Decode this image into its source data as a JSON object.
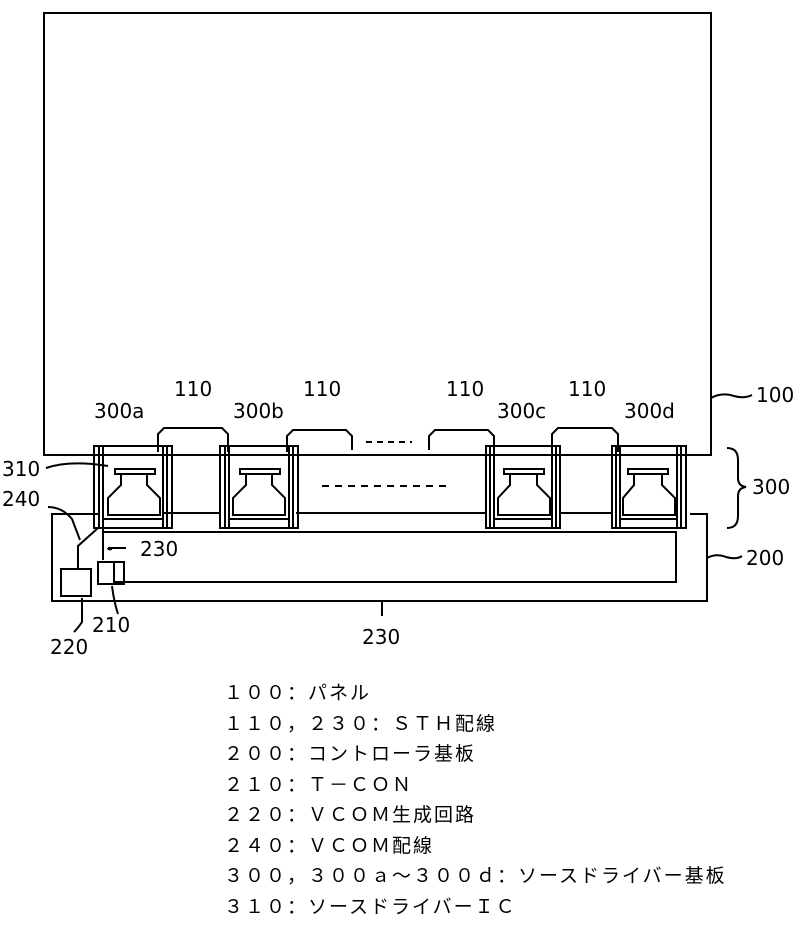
{
  "labels": {
    "panel": "100",
    "sth_110": "110",
    "board_300a": "300a",
    "board_300b": "300b",
    "board_300c": "300c",
    "board_300d": "300d",
    "board_group": "300",
    "ic": "310",
    "vcom_wiring": "240",
    "sth_230_upper": "230",
    "sth_230_lower": "230",
    "controller": "200",
    "tcon": "210",
    "vcom_gen": "220"
  },
  "legend": [
    "１００：パネル",
    "１１０，２３０：ＳＴＨ配線",
    "２００：コントローラ基板",
    "２１０：Ｔ－ＣＯＮ",
    "２２０：ＶＣＯＭ生成回路",
    "２４０：ＶＣＯＭ配線",
    "３００，３００ａ～３００ｄ：ソースドライバー基板",
    "３１０：ソースドライバーＩＣ"
  ]
}
